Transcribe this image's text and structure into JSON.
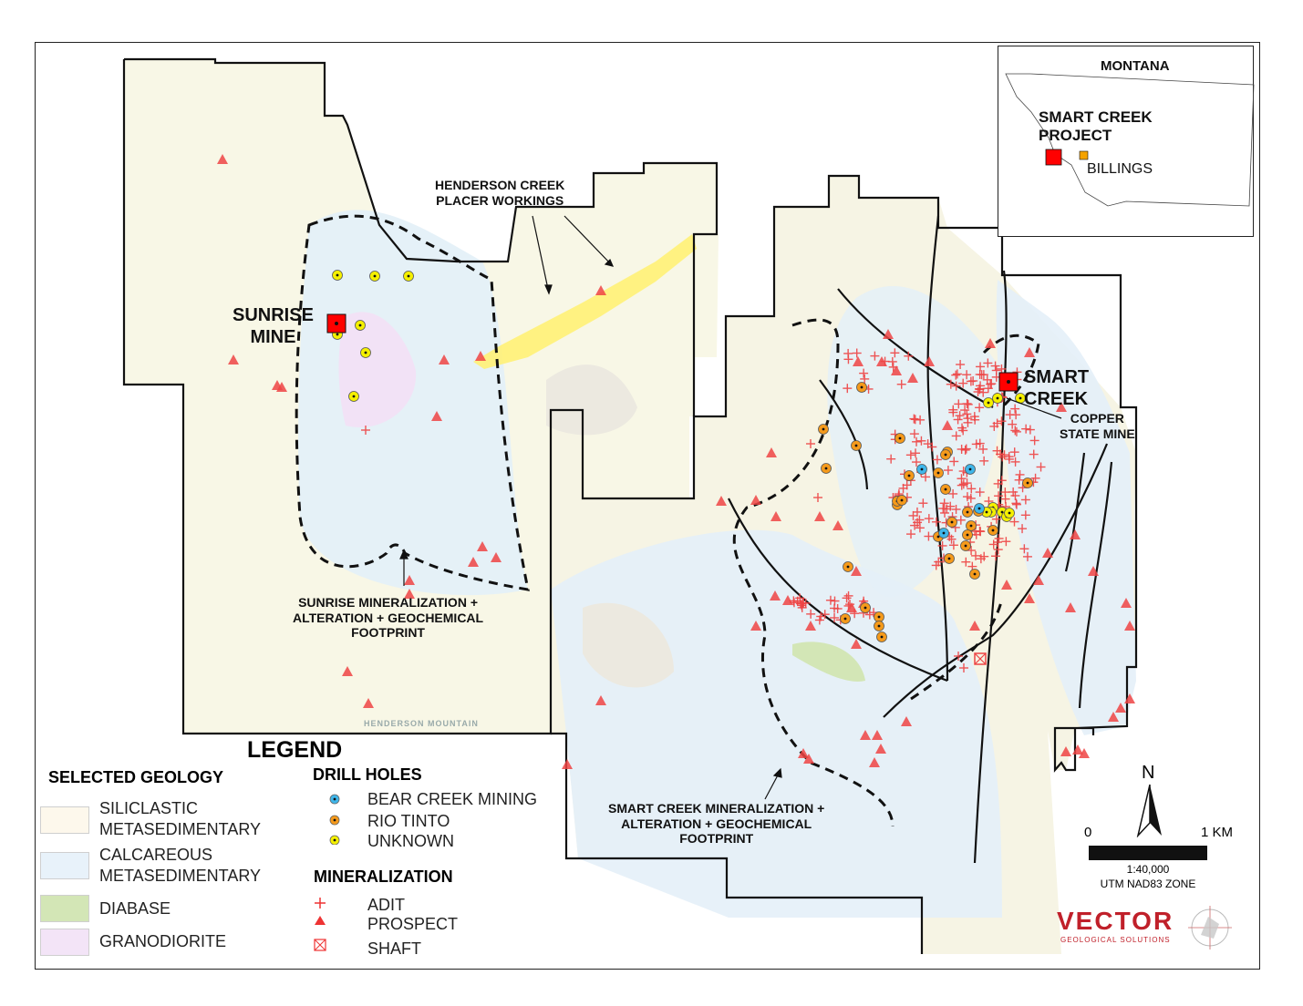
{
  "labels": {
    "sunrise_mine": "SUNRISE\nMINE",
    "smart_creek": "SMART\nCREEK",
    "copper_state_mine": "COPPER\nSTATE MINE",
    "henderson_placer": "HENDERSON CREEK\nPLACER WORKINGS",
    "sunrise_footprint": "SUNRISE MINERALIZATION +\nALTERATION + GEOCHEMICAL\nFOOTPRINT",
    "smart_creek_footprint": "SMART CREEK MINERALIZATION +\nALTERATION + GEOCHEMICAL\nFOOTPRINT",
    "henderson_mountain": "HENDERSON MOUNTAIN"
  },
  "inset": {
    "state": "MONTANA",
    "project": "SMART CREEK\nPROJECT",
    "city": "BILLINGS",
    "project_color": "#ff0000",
    "city_color": "#f5a300"
  },
  "legend": {
    "title": "LEGEND",
    "geology_heading": "SELECTED GEOLOGY",
    "geology": [
      {
        "label": "SILICLASTIC\nMETASEDIMENTARY",
        "color": "#fdf8ec"
      },
      {
        "label": "CALCAREOUS\nMETASEDIMENTARY",
        "color": "#e8f2fa"
      },
      {
        "label": "DIABASE",
        "color": "#d3e6b6"
      },
      {
        "label": "GRANODIORITE",
        "color": "#f3e4f7"
      }
    ],
    "drill_heading": "DRILL HOLES",
    "drill": [
      {
        "label": "BEAR CREEK MINING",
        "color": "#3fb6ea",
        "icon": "drillhole-blue"
      },
      {
        "label": "RIO TINTO",
        "color": "#f59a1b",
        "icon": "drillhole-orange"
      },
      {
        "label": "UNKNOWN",
        "color": "#f5f000",
        "icon": "drillhole-yellow"
      }
    ],
    "mineral_heading": "MINERALIZATION",
    "mineral": [
      {
        "label": "ADIT",
        "icon": "plus-icon"
      },
      {
        "label": "PROSPECT",
        "icon": "triangle-icon"
      },
      {
        "label": "SHAFT",
        "icon": "shaft-icon"
      }
    ]
  },
  "scale": {
    "north": "N",
    "zero": "0",
    "distance": "1 KM",
    "ratio": "1:40,000",
    "datum": "UTM NAD83 ZONE"
  },
  "logo": {
    "name": "VECTOR",
    "subtitle": "GEOLOGICAL SOLUTIONS",
    "color": "#c0202a"
  },
  "colors": {
    "mineral_red": "#ee4444",
    "footprint": "#111111",
    "placer": "#fff176"
  }
}
